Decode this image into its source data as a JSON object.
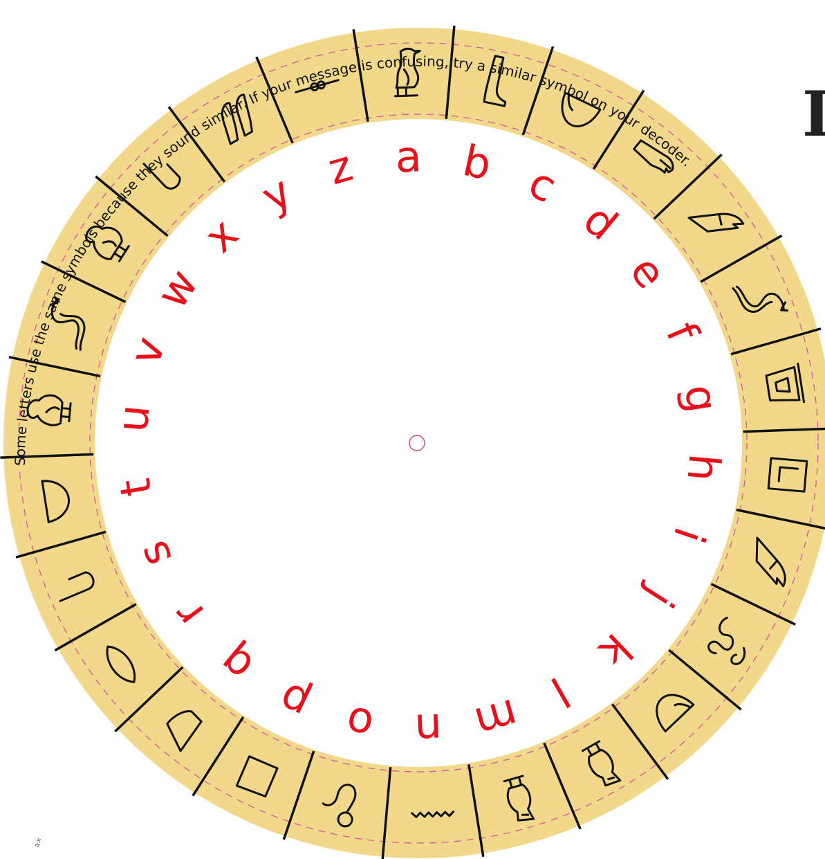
{
  "instruction_text": "Some letters use the same symbols because they sound similar. If your message is confusing, try a similar symbol on your decoder.",
  "letters": [
    "a",
    "b",
    "c",
    "d",
    "e",
    "f",
    "g",
    "h",
    "i",
    "j",
    "k",
    "l",
    "m",
    "n",
    "o",
    "p",
    "q",
    "r",
    "s",
    "t",
    "u",
    "v",
    "w",
    "x",
    "y",
    "z"
  ],
  "glyphs": [
    "vulture-glyph",
    "leg-glyph",
    "basket-glyph",
    "hand-glyph",
    "reed-glyph",
    "horned-viper-glyph",
    "jar-stand-glyph",
    "courtyard-glyph",
    "reed-glyph",
    "cobra-glyph",
    "basket-glyph",
    "owl-glyph",
    "owl-glyph",
    "water-glyph",
    "lasso-glyph",
    "mat-glyph",
    "hill-slope-glyph",
    "mouth-glyph",
    "folded-cloth-glyph",
    "bread-glyph",
    "quail-chick-glyph",
    "horned-viper-glyph",
    "quail-chick-glyph",
    "folded-cloth-glyph",
    "double-reed-glyph",
    "door-bolt-glyph"
  ],
  "heading_fragment": "I",
  "corner_mark": "a×",
  "colors": {
    "ring": "#f1d88a",
    "dash": "#d4589a",
    "letter": "#e8111b",
    "line": "#111111",
    "center": "#cc4b93"
  }
}
